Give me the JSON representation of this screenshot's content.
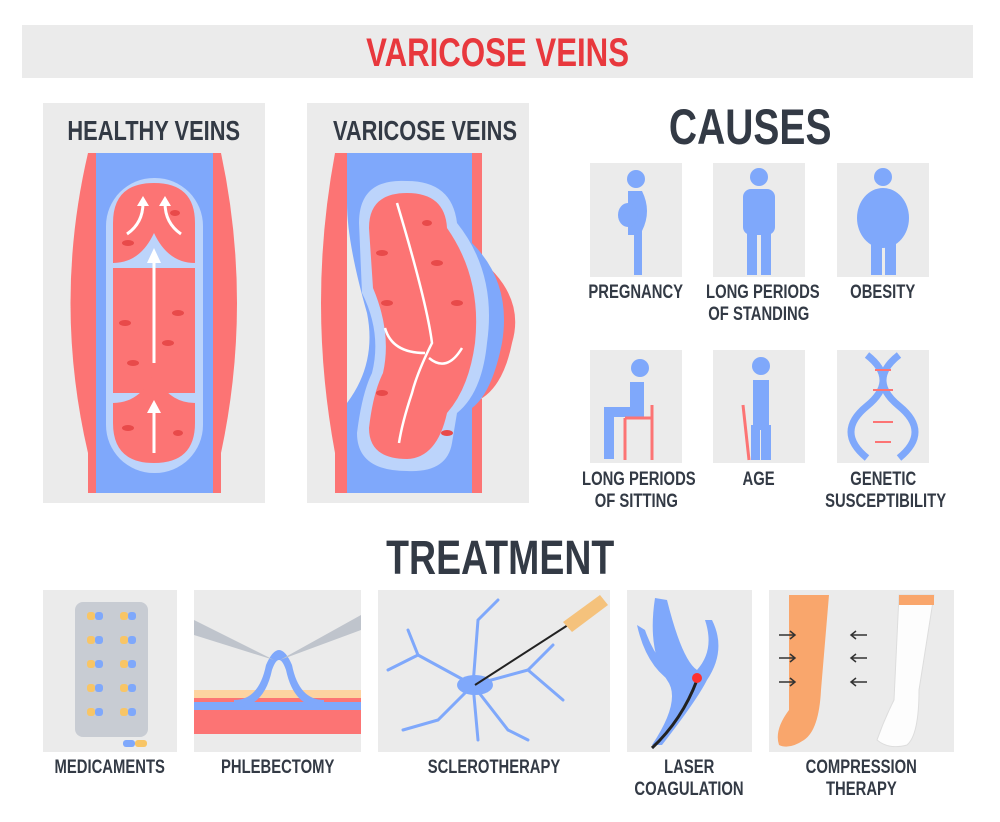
{
  "title": "VARICOSE VEINS",
  "panels": {
    "healthy": "HEALTHY VEINS",
    "varicose": "VARICOSE VEINS"
  },
  "causes": {
    "heading": "CAUSES",
    "items": [
      {
        "line1": "PREGNANCY",
        "line2": ""
      },
      {
        "line1": "LONG PERIODS",
        "line2": "OF STANDING"
      },
      {
        "line1": "OBESITY",
        "line2": ""
      },
      {
        "line1": "LONG PERIODS",
        "line2": "OF SITTING"
      },
      {
        "line1": "AGE",
        "line2": ""
      },
      {
        "line1": "GENETIC",
        "line2": "SUSCEPTIBILITY"
      }
    ]
  },
  "treatment": {
    "heading": "TREATMENT",
    "items": [
      {
        "line1": "MEDICAMENTS",
        "line2": ""
      },
      {
        "line1": "PHLEBECTOMY",
        "line2": ""
      },
      {
        "line1": "SCLEROTHERAPY",
        "line2": ""
      },
      {
        "line1": "LASER",
        "line2": "COAGULATION"
      },
      {
        "line1": "COMPRESSION",
        "line2": "THERAPY"
      }
    ]
  },
  "colors": {
    "title": "#e8383d",
    "text": "#333a45",
    "vein": "#7fa8fb",
    "blood": "#fc7474",
    "valve": "#bcd4fb",
    "card": "#ebebeb"
  }
}
